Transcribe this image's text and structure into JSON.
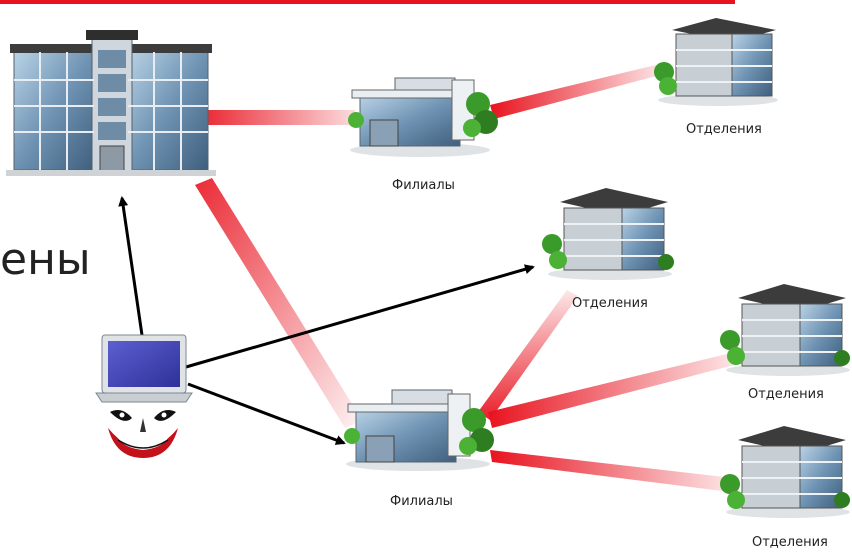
{
  "slide": {
    "partial_heading": "ены",
    "accent_color": "#e8131f"
  },
  "labels": {
    "branch_top": "Филиалы",
    "branch_bottom": "Филиалы",
    "office_top_right": "Отделения",
    "office_mid": "Отделения",
    "office_right_mid": "Отделения",
    "office_bottom_right": "Отделения"
  },
  "icons": [
    "headquarters-building-icon",
    "branch-building-icon",
    "office-building-icon",
    "laptop-icon",
    "joker-face-icon"
  ]
}
